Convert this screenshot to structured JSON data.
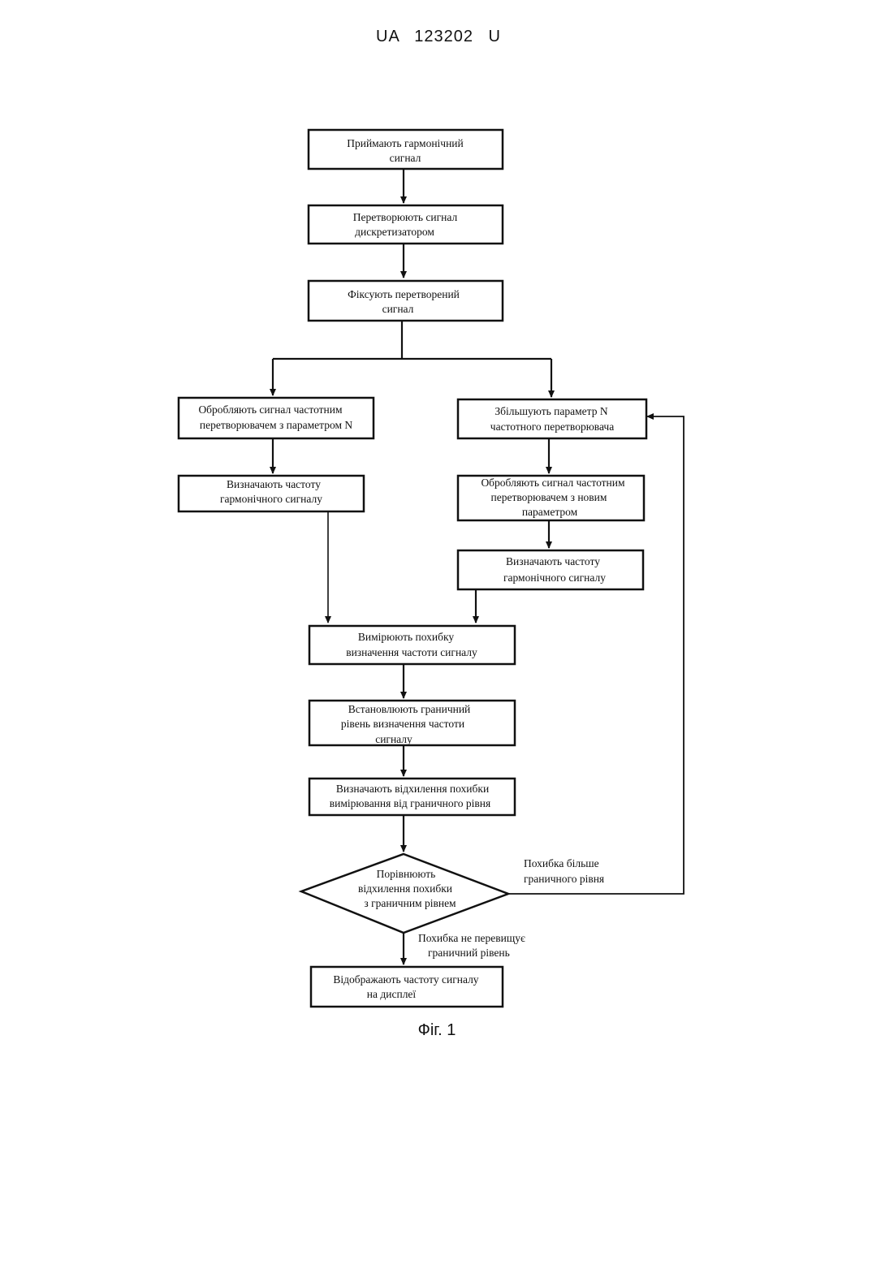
{
  "header": {
    "patent_number": "UA   123202   U"
  },
  "figure": {
    "caption": "Фіг. 1"
  },
  "nodes": {
    "receive": [
      "Приймають гармонічний",
      "сигнал"
    ],
    "convert": [
      "Перетворюють сигнал",
      "дискретизатором"
    ],
    "fix": [
      "Фіксують перетворений",
      "сигнал"
    ],
    "process_n": [
      "Обробляють сигнал частотним",
      "перетворювачем з параметром N"
    ],
    "determine_left": [
      "Визначають частоту",
      "гармонічного сигналу"
    ],
    "increase_n": [
      "Збільшують параметр N",
      "частотного перетворювача"
    ],
    "process_new": [
      "Обробляють сигнал частотним",
      "перетворювачем з новим",
      "параметром"
    ],
    "determine_right": [
      "Визначають частоту",
      "гармонічного сигналу"
    ],
    "measure_error": [
      "Вимірюють похибку",
      "визначення частоти сигналу"
    ],
    "set_limit": [
      "Встановлюють граничний",
      "рівень визначення частоти",
      "сигналу"
    ],
    "deviation": [
      "Визначають відхилення похибки",
      "вимірювання від граничного рівня"
    ],
    "compare": [
      "Порівнюють",
      "відхилення похибки",
      "з граничним рівнем"
    ],
    "display": [
      "Відображають частоту сигналу",
      "на дисплеї"
    ]
  },
  "edge_labels": {
    "greater": [
      "Похибка більше",
      "граничного рівня"
    ],
    "not_exceed": [
      "Похибка не перевищує",
      "граничний рівень"
    ]
  }
}
